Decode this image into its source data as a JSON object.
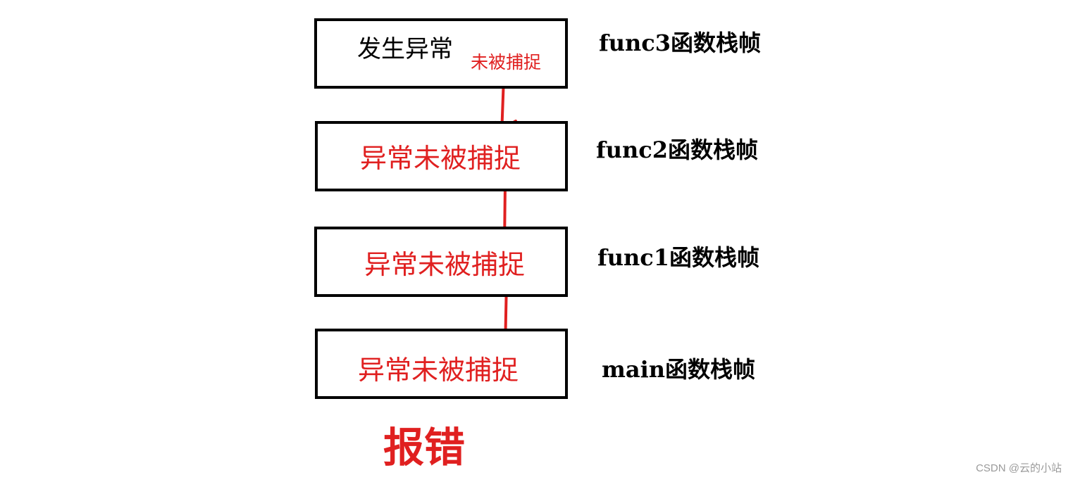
{
  "frames": [
    {
      "label": "func3函数栈帧",
      "main_text": "发生异常",
      "sub_text": "未被捕捉"
    },
    {
      "label": "func2函数栈帧",
      "main_text": "异常未被捕捉"
    },
    {
      "label": "func1函数栈帧",
      "main_text": "异常未被捕捉"
    },
    {
      "label": "main函数栈帧",
      "main_text": "异常未被捕捉"
    }
  ],
  "final_text": "报错",
  "watermark": "CSDN @云的小站",
  "colors": {
    "box_border": "#000000",
    "text_black": "#000000",
    "arrow_red": "#e02020",
    "watermark": "#9a9a9a"
  }
}
